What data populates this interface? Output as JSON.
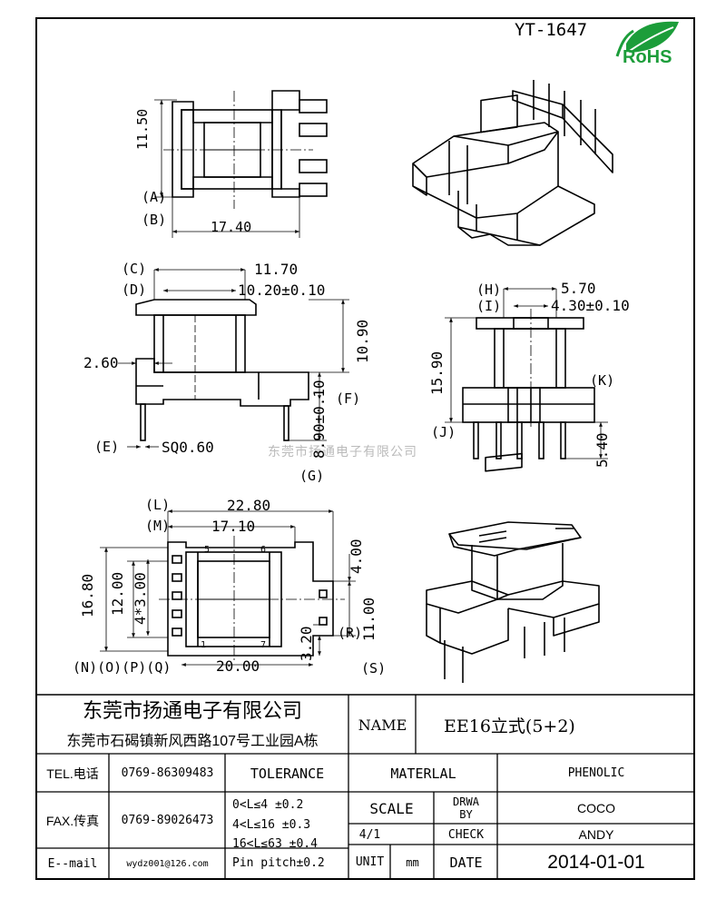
{
  "part_number": "YT-1647",
  "rohs_logo": {
    "text": "RoHS",
    "color": "#1c9d3a",
    "icon": "leaf-icon"
  },
  "watermark": "东莞市扬通电子有限公司",
  "view_top": {
    "dim_height": "11.50",
    "dim_width": "17.40",
    "labels": [
      "A",
      "B"
    ]
  },
  "view_front": {
    "dim_c": "11.70",
    "dim_d": "10.20±0.10",
    "dim_left": "2.60",
    "dim_height": "10.90",
    "dim_pin": "8.90±0.10",
    "dim_sq": "SQ0.60",
    "labels": {
      "c": "C",
      "d": "D",
      "e": "E",
      "f": "F",
      "g": "G"
    }
  },
  "view_side": {
    "dim_h": "5.70",
    "dim_i": "4.30±0.10",
    "dim_height": "15.90",
    "dim_pin": "5.40",
    "labels": {
      "h": "H",
      "i": "I",
      "j": "J",
      "k": "K"
    }
  },
  "view_bottom": {
    "dim_l": "22.80",
    "dim_m": "17.10",
    "dim_width": "20.00",
    "dim_outer": "16.80",
    "dim_inner": "12.00",
    "dim_pitch": "4*3.00",
    "dim_right": "4.00",
    "dim_right2": "11.00",
    "dim_small": "3.20",
    "pin_numbers": [
      "5",
      "6",
      "1",
      "7"
    ],
    "labels": {
      "l": "L",
      "m": "M",
      "n": "N",
      "o": "O",
      "p": "P",
      "q": "Q",
      "r": "R",
      "s": "S"
    }
  },
  "title_block": {
    "company": "东莞市扬通电子有限公司",
    "address": "东莞市石碣镇新风西路107号工业园A栋",
    "name_label": "NAME",
    "name_value": "EE16立式(5+2)",
    "tel_label": "TEL.电话",
    "tel_value": "0769-86309483",
    "fax_label": "FAX.传真",
    "fax_value": "0769-89026473",
    "email_label": "E--mail",
    "email_value": "wydz001@126.com",
    "tolerance_label": "TOLERANCE",
    "tolerance_rows": [
      "0<L≤4   ±0.2",
      "4<L≤16  ±0.3",
      "16<L≤63 ±0.4",
      "Pin pitch±0.2"
    ],
    "material_label": "MATERLAL",
    "material_value": "PHENOLIC",
    "scale_label": "SCALE",
    "scale_value": "4/1",
    "drawn_label_1": "DRWA",
    "drawn_label_2": "BY",
    "drawn_value": "COCO",
    "check_label": "CHECK",
    "check_value": "ANDY",
    "unit_label": "UNIT",
    "unit_value": "mm",
    "date_label": "DATE",
    "date_value": "2014-01-01"
  }
}
